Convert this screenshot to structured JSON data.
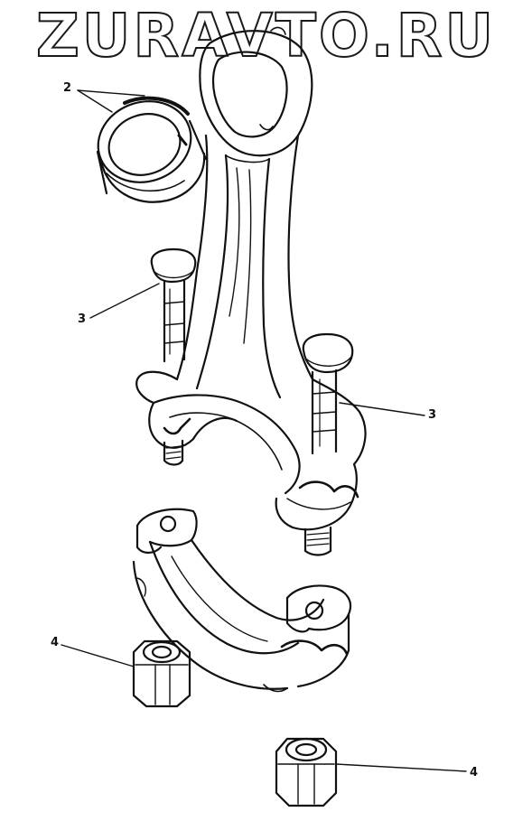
{
  "watermark": {
    "text": "ZURAVTO.RU"
  },
  "callouts": {
    "bush": "2",
    "bolt_left": "3",
    "bolt_right": "3",
    "nut_left": "4",
    "nut_right": "4"
  },
  "colors": {
    "line": "#111111",
    "paper": "#ffffff"
  }
}
